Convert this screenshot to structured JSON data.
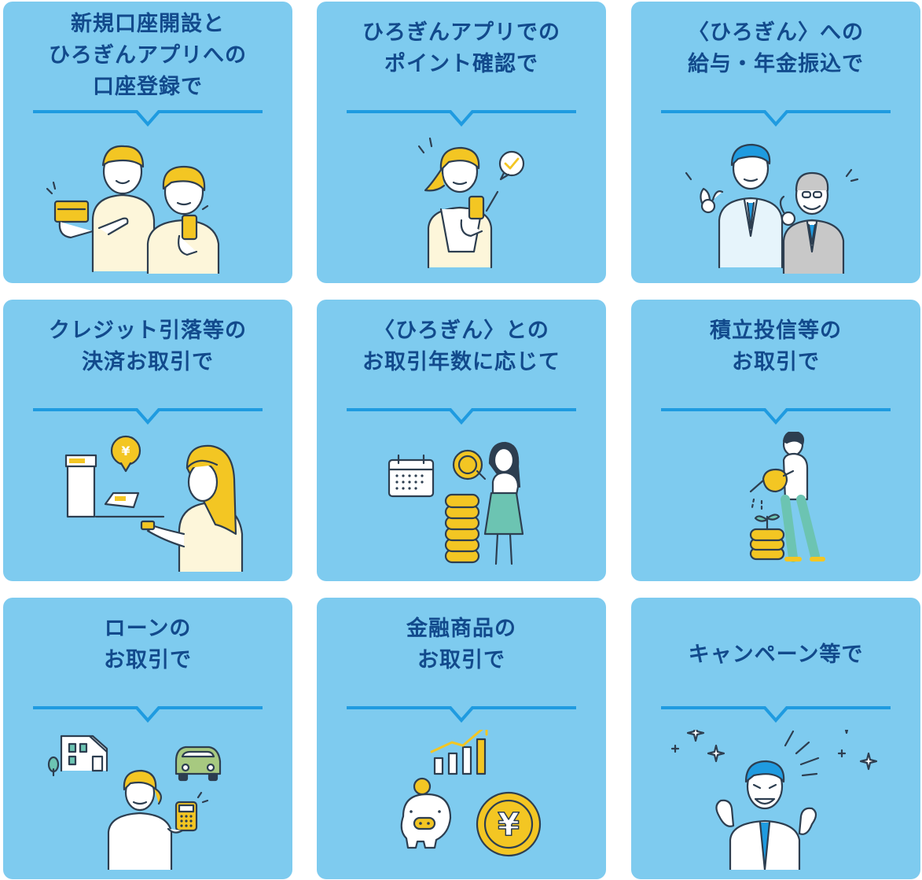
{
  "cards": [
    {
      "id": "account",
      "lines": [
        "新規口座開設と",
        "ひろぎんアプリへの",
        "口座登録で"
      ]
    },
    {
      "id": "app-points",
      "lines": [
        "ひろぎんアプリでの",
        "ポイント確認で"
      ]
    },
    {
      "id": "salary",
      "lines": [
        "〈ひろぎん〉への",
        "給与・年金振込で"
      ]
    },
    {
      "id": "credit",
      "lines": [
        "クレジット引落等の",
        "決済お取引で"
      ]
    },
    {
      "id": "years",
      "lines": [
        "〈ひろぎん〉との",
        "お取引年数に応じて"
      ]
    },
    {
      "id": "investment",
      "lines": [
        "積立投信等の",
        "お取引で"
      ]
    },
    {
      "id": "loan",
      "lines": [
        "ローンの",
        "お取引で"
      ]
    },
    {
      "id": "products",
      "lines": [
        "金融商品の",
        "お取引で"
      ]
    },
    {
      "id": "campaign",
      "lines": [
        "キャンペーン等で"
      ]
    }
  ],
  "symbols": {
    "yen": "¥"
  },
  "colors": {
    "card_bg": "#7ecbef",
    "title": "#124a8c",
    "divider": "#1f9be0",
    "accent_yellow": "#f3c623",
    "outline": "#2d3e50"
  }
}
